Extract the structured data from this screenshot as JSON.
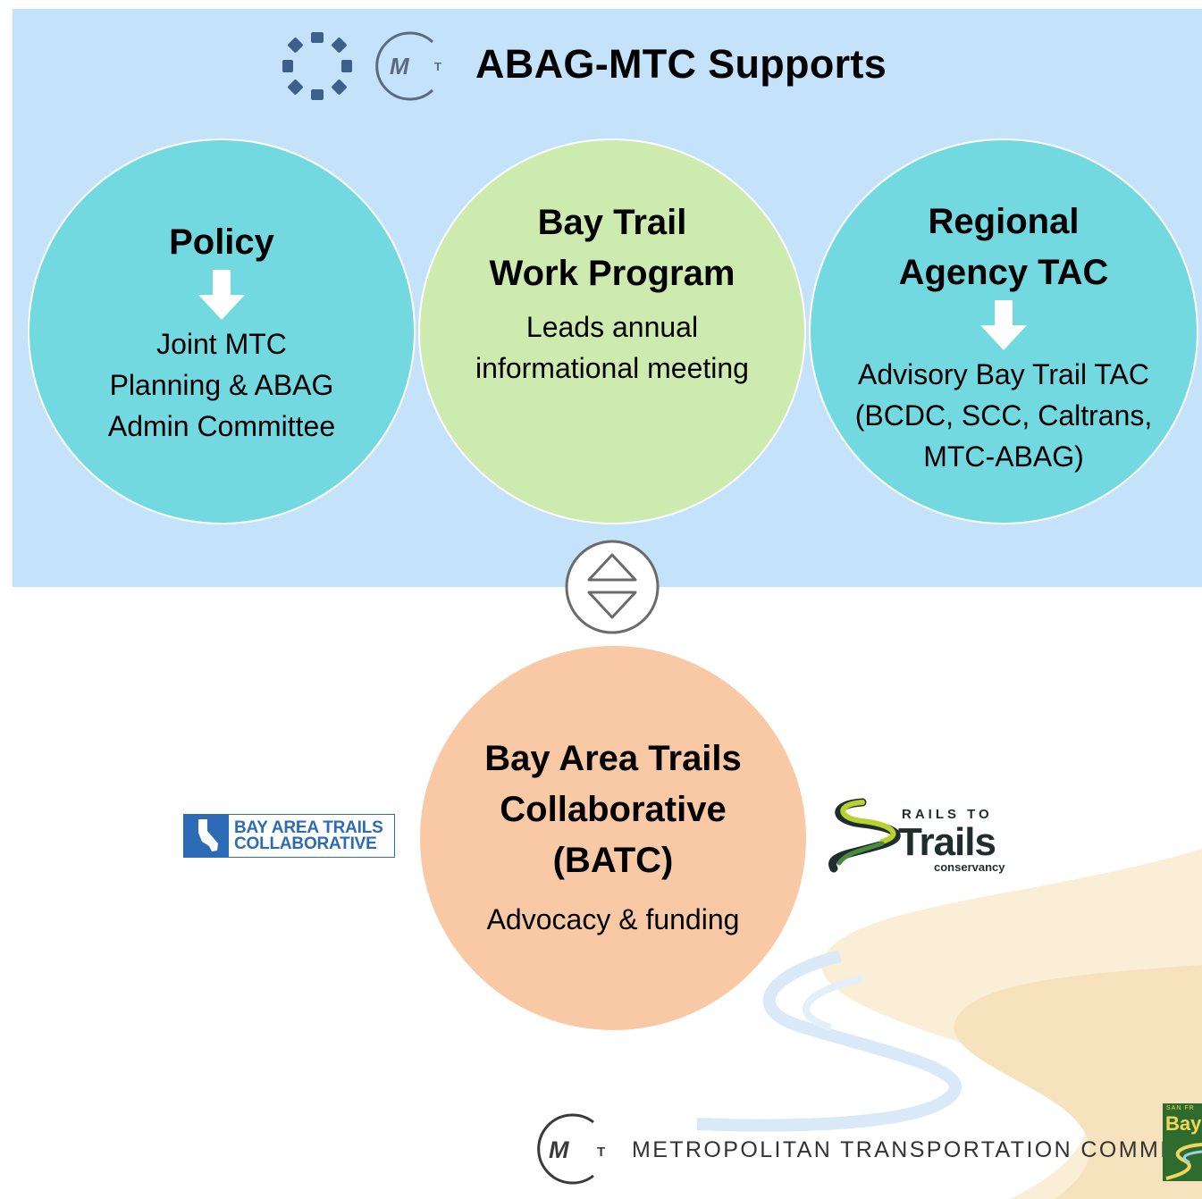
{
  "header": {
    "title": "ABAG-MTC Supports",
    "logos": [
      "abag-logo",
      "mtc-logo"
    ]
  },
  "circles": {
    "policy": {
      "title": "Policy",
      "icon": "arrow-down-icon",
      "body": [
        "Joint MTC",
        "Planning & ABAG",
        "Admin Committee"
      ]
    },
    "work_program": {
      "title": [
        "Bay Trail",
        "Work Program"
      ],
      "body": [
        "Leads annual",
        "informational  meeting"
      ]
    },
    "regional_tac": {
      "title": [
        "Regional",
        "Agency TAC"
      ],
      "icon": "arrow-down-icon",
      "body": [
        "Advisory Bay Trail TAC",
        "(BCDC, SCC, Caltrans,",
        "MTC-ABAG)"
      ]
    },
    "batc": {
      "title": [
        "Bay Area Trails",
        "Collaborative",
        "(BATC)"
      ],
      "body": "Advocacy & funding"
    }
  },
  "connector_icon": "up-down-exchange-icon",
  "partner_logos": {
    "batc": {
      "line1": "BAY AREA TRAILS",
      "line2": "COLLABORATIVE"
    },
    "rails_to_trails": {
      "top": "RAILS TO",
      "main": "Trails",
      "bottom": "conservancy"
    }
  },
  "footer": {
    "commission": "METROPOLITAN TRANSPORTATION COMMISSION",
    "corner_badge_top": "SAN FR",
    "corner_badge_word": "Bay"
  },
  "colors": {
    "top_panel": "#c5e2fb",
    "teal_circle": "#72d9e0",
    "green_circle": "#cdeaaf",
    "peach_circle": "#f9c9a6",
    "abag_blue": "#3e5f87",
    "batc_blue": "#2d6bb6"
  }
}
